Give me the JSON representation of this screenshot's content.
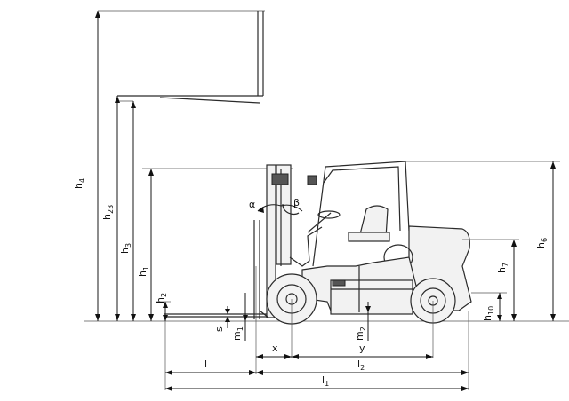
{
  "labels": {
    "h4": {
      "main": "h",
      "sub": "4"
    },
    "h23": {
      "main": "h",
      "sub": "23"
    },
    "h3": {
      "main": "h",
      "sub": "3"
    },
    "h1": {
      "main": "h",
      "sub": "1"
    },
    "h2": {
      "main": "h",
      "sub": "2"
    },
    "h6": {
      "main": "h",
      "sub": "6"
    },
    "h7": {
      "main": "h",
      "sub": "7"
    },
    "h10": {
      "main": "h",
      "sub": "10"
    },
    "s": {
      "main": "s"
    },
    "m1": {
      "main": "m",
      "sub": "1"
    },
    "m2": {
      "main": "m",
      "sub": "2"
    },
    "x": {
      "main": "x"
    },
    "y": {
      "main": "y"
    },
    "l": {
      "main": "l"
    },
    "l2": {
      "main": "l",
      "sub": "2"
    },
    "l1": {
      "main": "l",
      "sub": "1"
    },
    "alpha": {
      "main": "α"
    },
    "beta": {
      "main": "β"
    }
  },
  "colors": {
    "line": "#1a1a1a",
    "background": "#ffffff"
  }
}
